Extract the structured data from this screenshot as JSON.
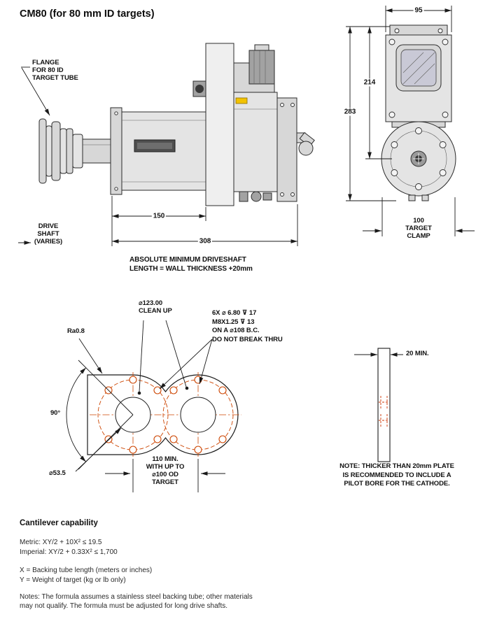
{
  "page": {
    "title": "CM80 (for 80 mm ID targets)"
  },
  "colors": {
    "line": "#1a1a1a",
    "accent_red": "#cc4400",
    "fill_gray": "#d7d7d7",
    "tag_yellow": "#f2c200"
  },
  "side_view": {
    "flange_callout": "FLANGE\nFOR 80 ID\nTARGET TUBE",
    "dim_inner": "150",
    "dim_overall": "308",
    "drive_shaft_label": "DRIVE\nSHAFT\n(VARIES)",
    "min_length_note": "ABSOLUTE MINIMUM DRIVESHAFT\nLENGTH = WALL THICKNESS +20mm"
  },
  "end_view": {
    "dim_width": "95",
    "dim_to_center": "214",
    "dim_overall": "283",
    "clamp_callout": "100\nTARGET\nCLAMP"
  },
  "flange_face_view": {
    "cleanup_callout": "⌀123.00\nCLEAN UP",
    "surface_finish": "Ra0.8",
    "angle_dim": "90°",
    "tapped_holes_callout": "6X ⌀ 6.80 ⊽ 17\nM8X1.25 ⊽ 13\nON A ⌀108 B.C.\nDO NOT BREAK THRU",
    "bore_dim": "⌀53.5",
    "spacing_callout": "110 MIN.\nWITH UP TO\n⌀100 OD\nTARGET"
  },
  "plate_view": {
    "thickness_dim": "20 MIN.",
    "note": "NOTE: THICKER THAN 20mm PLATE\nIS RECOMMENDED TO INCLUDE A\nPILOT BORE FOR THE CATHODE."
  },
  "cantilever": {
    "heading": "Cantilever capability",
    "metric_formula": "Metric: XY/2 + 10X² ≤ 19.5",
    "imperial_formula": "Imperial: XY/2 + 0.33X² ≤ 1,700",
    "x_definition": "X = Backing tube length (meters or inches)",
    "y_definition": "Y = Weight of target (kg or lb only)",
    "notes": "Notes: The formula assumes a stainless steel backing tube; other materials\nmay not qualify. The formula must be adjusted for long drive shafts."
  }
}
